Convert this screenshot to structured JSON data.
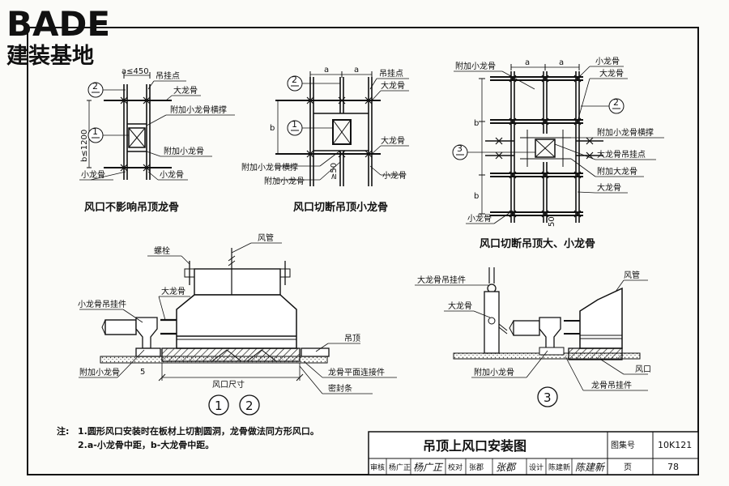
{
  "logo": {
    "brand": "BADE",
    "subtitle": "建装基地"
  },
  "fig1": {
    "dims": {
      "a": "a≤450",
      "b": "b≤1200"
    },
    "labels": {
      "hanging_point": "吊挂点",
      "main_keel": "大龙骨",
      "aux_brace": "附加小龙骨横撑",
      "aux_small": "附加小龙骨",
      "small_left": "小龙骨",
      "small_right": "小龙骨"
    },
    "callouts": {
      "top": "2",
      "mid": "1"
    },
    "caption": "风口不影响吊顶龙骨"
  },
  "fig2": {
    "dims": {
      "a1": "a",
      "a2": "a",
      "b": "b",
      "gap": "≥50"
    },
    "labels": {
      "hanging_point": "吊挂点",
      "main_keel_top": "大龙骨",
      "main_keel_right": "大龙骨",
      "aux_brace": "附加小龙骨横撑",
      "aux_small": "附加小龙骨",
      "small": "小龙骨"
    },
    "callouts": {
      "top": "2",
      "mid": "1"
    },
    "caption": "风口切断吊顶小龙骨"
  },
  "fig3": {
    "dims": {
      "a1": "a",
      "a2": "a",
      "b1": "b",
      "b2": "b",
      "gap": "50"
    },
    "labels": {
      "aux_small": "附加小龙骨",
      "small_top": "小龙骨",
      "main_top": "大龙骨",
      "aux_brace": "附加小龙骨横撑",
      "main_hanger": "大龙骨吊挂点",
      "aux_main": "附加大龙骨",
      "main_bottom": "大龙骨",
      "small_bottom": "小龙骨"
    },
    "callouts": {
      "right": "2",
      "left": "3"
    },
    "caption": "风口切断吊顶大、小龙骨"
  },
  "section12": {
    "labels": {
      "duct": "风管",
      "bolt": "螺栓",
      "main_keel": "大龙骨",
      "small_hanger": "小龙骨吊挂件",
      "ceiling": "吊顶",
      "aux_small": "附加小龙骨",
      "connector": "龙骨平面连接件",
      "seal": "密封条",
      "vent_size": "风口尺寸",
      "dim5": "5"
    },
    "callouts": [
      "1",
      "2"
    ]
  },
  "section3": {
    "labels": {
      "main_hanger": "大龙骨吊挂件",
      "main_keel": "大龙骨",
      "duct": "风管",
      "aux_small": "附加小龙骨",
      "vent": "风口",
      "keel_hanger": "龙骨吊挂件"
    },
    "callout": "3"
  },
  "notes": {
    "heading": "注:",
    "items": [
      "1.圆形风口安装时在板材上切割圆洞，龙骨做法同方形风口。",
      "2.a-小龙骨中距，b-大龙骨中距。"
    ]
  },
  "title_block": {
    "title": "吊顶上风口安装图",
    "atlas_label": "图集号",
    "atlas_no": "10K121",
    "review": "审核",
    "reviewer": "杨广正",
    "check": "校对",
    "checker": "张郡",
    "design": "设计",
    "designer": "陈建新",
    "page_label": "页",
    "page_no": "78"
  }
}
